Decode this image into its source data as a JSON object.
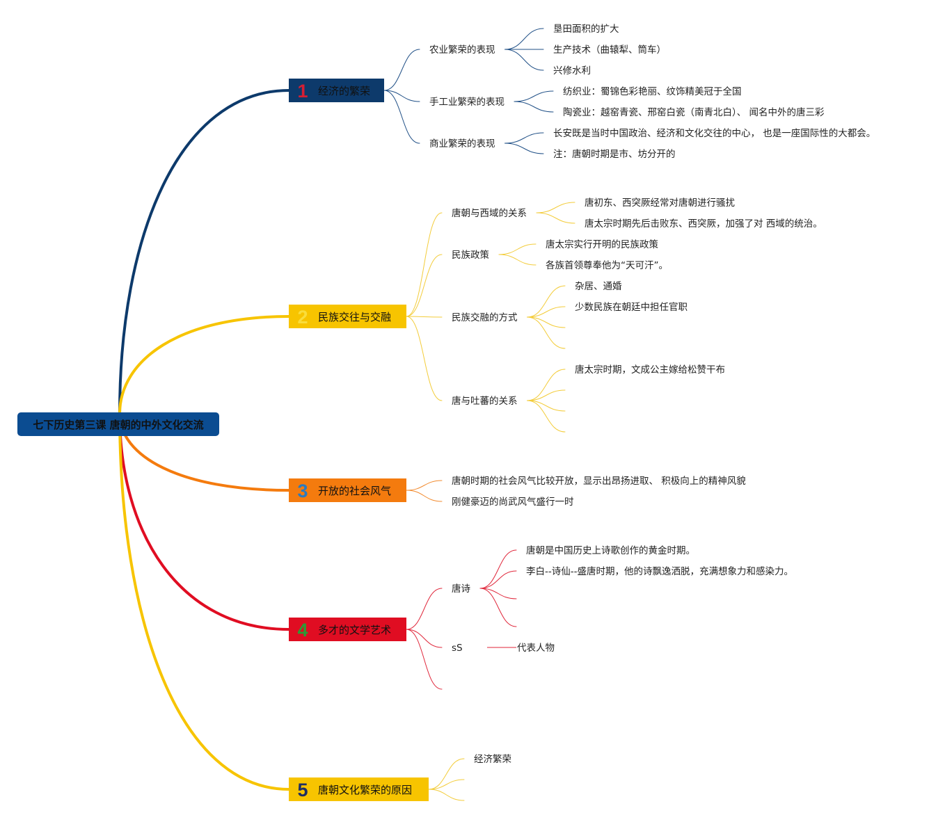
{
  "root": {
    "label": "七下历史第三课 唐朝的中外文化交流",
    "color": "#0b4c91"
  },
  "branches": [
    {
      "num": "1",
      "label": "经济的繁荣",
      "color": "#0d3a6b",
      "num_color": "#d41f34",
      "topics": [
        {
          "label": "农业繁荣的表现",
          "leaves": [
            "垦田面积的扩大",
            "生产技术（曲辕犁、筒车）",
            "兴修水利"
          ]
        },
        {
          "label": "手工业繁荣的表现",
          "leaves": [
            "纺织业：蜀锦色彩艳丽、纹饰精美冠于全国",
            "陶瓷业：越窑青瓷、邢窑白瓷（南青北白）、 闻名中外的唐三彩"
          ]
        },
        {
          "label": "商业繁荣的表现",
          "leaves": [
            "长安既是当时中国政治、经济和文化交往的中心， 也是一座国际性的大都会。",
            "注：唐朝时期是市、坊分开的"
          ]
        }
      ]
    },
    {
      "num": "2",
      "label": "民族交往与交融",
      "color": "#f7c400",
      "num_color": "#f9dd3c",
      "topics": [
        {
          "label": "唐朝与西域的关系",
          "leaves": [
            "唐初东、西突厥经常对唐朝进行骚扰",
            "唐太宗时期先后击败东、西突厥，加强了对 西域的统治。"
          ]
        },
        {
          "label": "民族政策",
          "leaves": [
            "唐太宗实行开明的民族政策",
            "各族首领尊奉他为“天可汗”。"
          ]
        },
        {
          "label": "民族交融的方式",
          "leaves": [
            "杂居、通婚",
            "少数民族在朝廷中担任官职",
            "",
            ""
          ]
        },
        {
          "label": "唐与吐蕃的关系",
          "leaves": [
            "唐太宗时期，文成公主嫁给松赞干布",
            "",
            "",
            ""
          ]
        }
      ]
    },
    {
      "num": "3",
      "label": "开放的社会风气",
      "color": "#f47b0e",
      "num_color": "#2b7bbf",
      "topics": [
        {
          "label": "唐朝时期的社会风气比较开放，显示出昂扬进取、 积极向上的精神风貌",
          "leaves": []
        },
        {
          "label": "刚健豪迈的尚武风气盛行一时",
          "leaves": []
        }
      ]
    },
    {
      "num": "4",
      "label": "多才的文学艺术",
      "color": "#e00d22",
      "num_color": "#2e9a36",
      "topics": [
        {
          "label": "唐诗",
          "leaves": [
            "唐朝是中国历史上诗歌创作的黄金时期。",
            "李白--诗仙--盛唐时期，他的诗飘逸洒脱，充满想象力和感染力。",
            "",
            ""
          ]
        },
        {
          "label": "sS",
          "leaves": [
            "代表人物"
          ]
        },
        {
          "label": "",
          "leaves": []
        }
      ]
    },
    {
      "num": "5",
      "label": "唐朝文化繁荣的原因",
      "color": "#f7c400",
      "num_color": "#1e2f63",
      "topics": [
        {
          "label": "经济繁荣",
          "leaves": []
        },
        {
          "label": "",
          "leaves": []
        },
        {
          "label": "",
          "leaves": []
        }
      ]
    }
  ]
}
